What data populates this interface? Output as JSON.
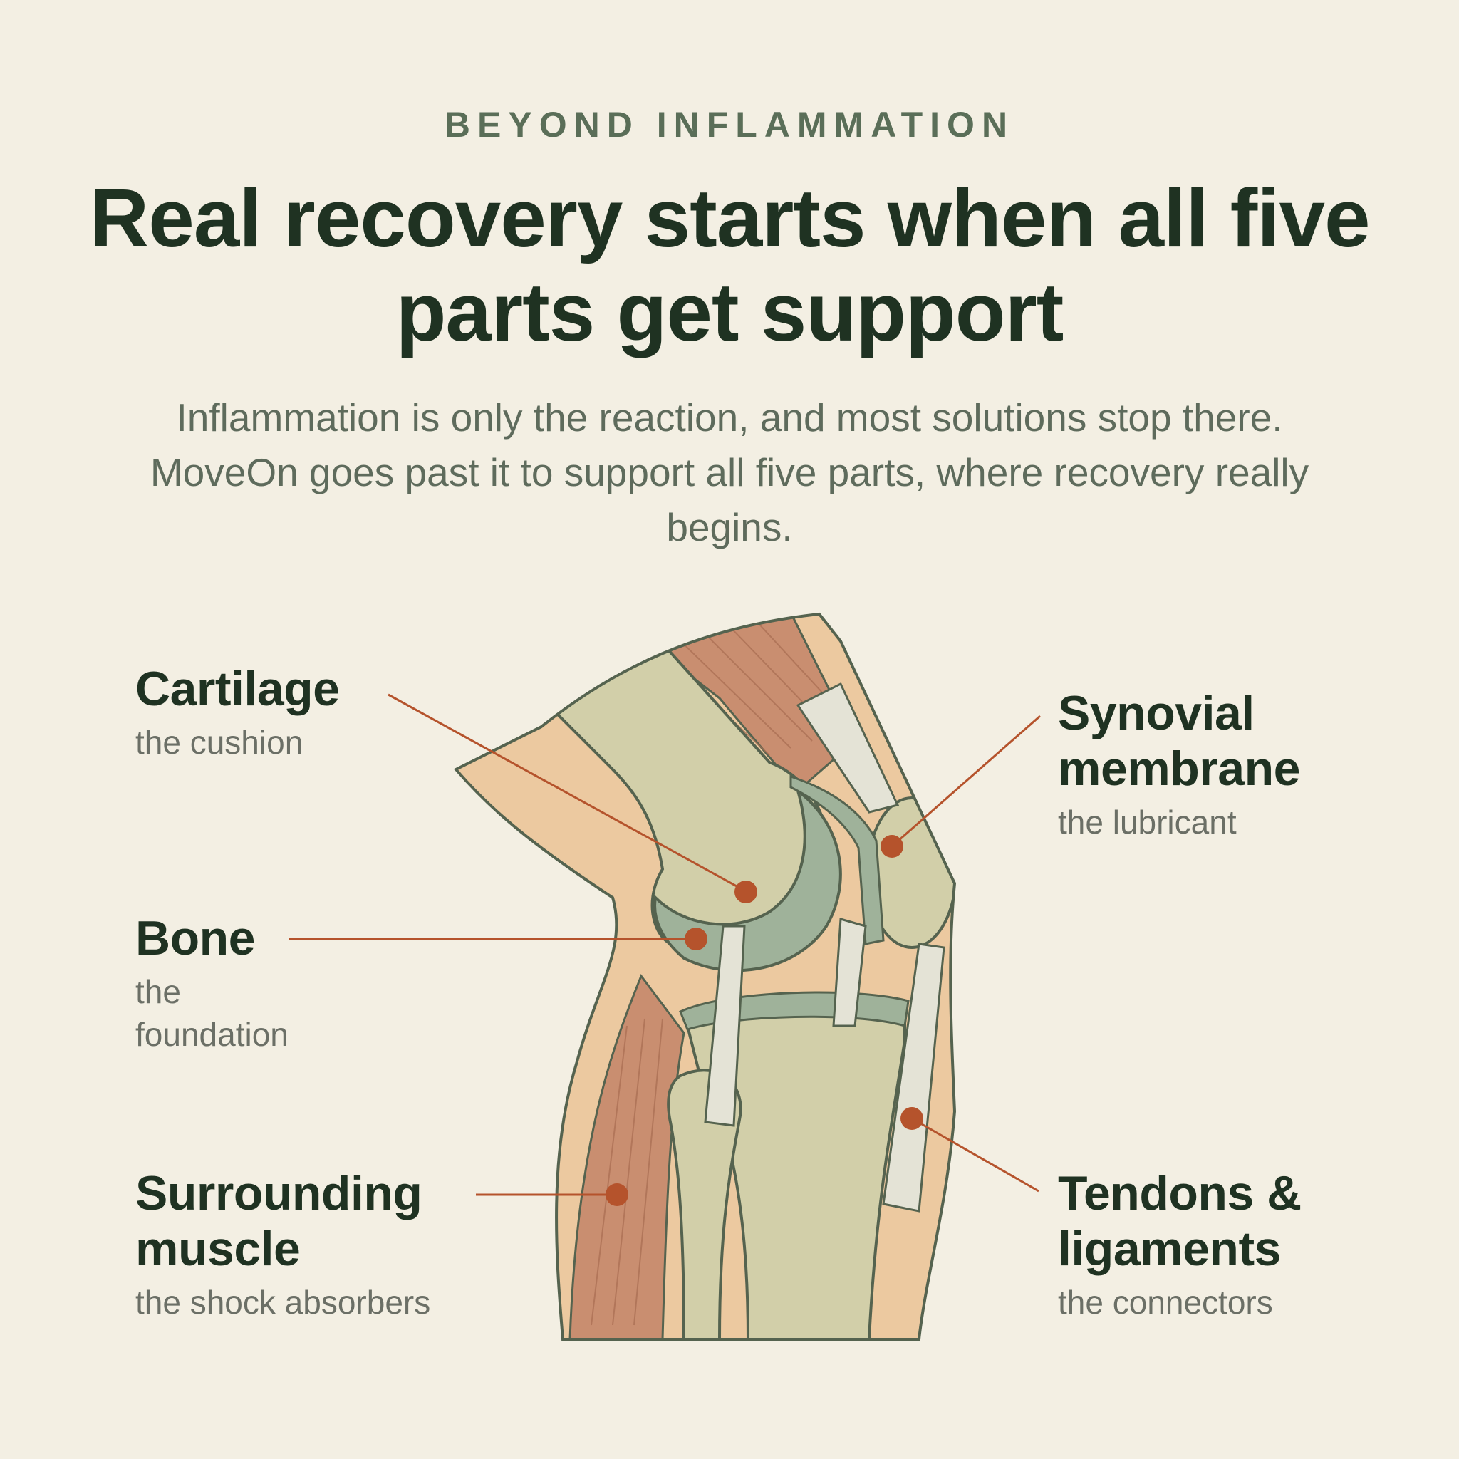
{
  "header": {
    "eyebrow": "BEYOND INFLAMMATION",
    "headline": "Real recovery starts when all five parts get support",
    "subhead": "Inflammation is only the reaction, and most solutions stop there. MoveOn goes past it to support all five parts, where recovery really begins."
  },
  "parts": {
    "cartilage": {
      "title": "Cartilage",
      "desc": "the cushion"
    },
    "bone": {
      "title": "Bone",
      "desc": "the foundation"
    },
    "muscle": {
      "title": "Surrounding muscle",
      "desc": "the shock absorbers"
    },
    "synovial": {
      "title": "Synovial membrane",
      "desc": "the lubricant"
    },
    "tendons": {
      "title": "Tendons & ligaments",
      "desc": "the connectors"
    }
  },
  "colors": {
    "background": "#f3efe3",
    "heading": "#1f3222",
    "eyebrow": "#5a6e58",
    "body_text": "#5e6b5c",
    "accent_rust": "#b5532c",
    "bone_fill": "#d2cfa9",
    "cartilage_green": "#9fb29a",
    "muscle_red": "#c98e70",
    "skin_peach": "#ecc9a0",
    "tendon_white": "#e4e3d6",
    "outline": "#55634f"
  }
}
